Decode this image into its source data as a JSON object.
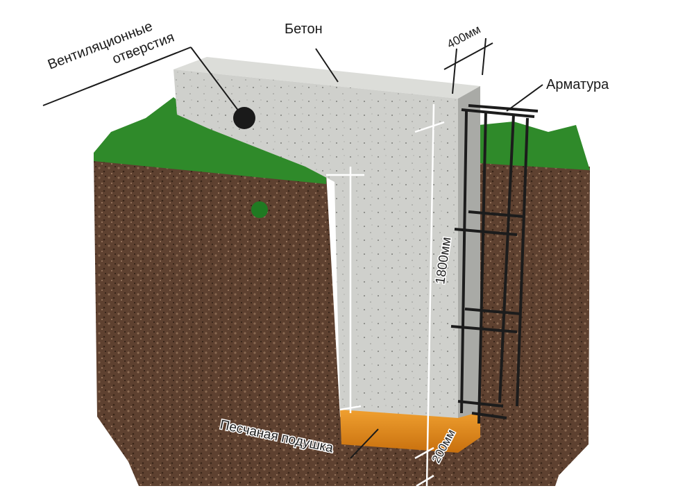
{
  "labels": {
    "vent_line1": "Вентиляционные",
    "vent_line2": "отверстия",
    "concrete": "Бетон",
    "width": "400мм",
    "rebar": "Арматура",
    "height": "1800мм",
    "sand": "Песчаная подушка",
    "sand_height": "200мм"
  },
  "colors": {
    "soil": "#5a3d2b",
    "grass": "#2f8a2a",
    "concrete": "#c9cac6",
    "sand": "#e08a1c",
    "rebar": "#1c1c1c"
  }
}
